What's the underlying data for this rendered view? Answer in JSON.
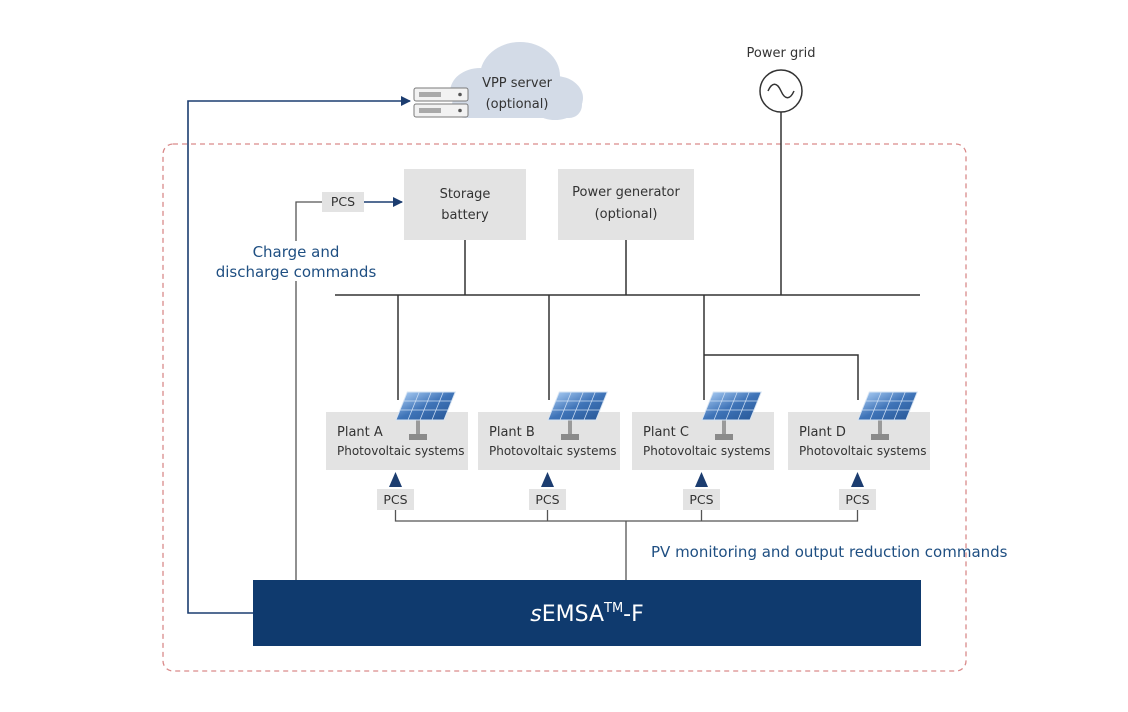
{
  "diagram": {
    "vpp_server": {
      "line1": "VPP server",
      "line2": "(optional)"
    },
    "power_grid": {
      "label": "Power grid"
    },
    "storage_battery": {
      "line1": "Storage",
      "line2": "battery"
    },
    "power_generator": {
      "line1": "Power generator",
      "line2": "(optional)"
    },
    "pcs_label": "PCS",
    "charge_commands": {
      "line1": "Charge and",
      "line2": "discharge commands"
    },
    "plants": [
      {
        "name": "Plant A",
        "type": "Photovoltaic systems"
      },
      {
        "name": "Plant B",
        "type": "Photovoltaic systems"
      },
      {
        "name": "Plant C",
        "type": "Photovoltaic systems"
      },
      {
        "name": "Plant D",
        "type": "Photovoltaic systems"
      }
    ],
    "pv_commands": "PV monitoring and output reduction commands",
    "semsa": {
      "prefix": "s",
      "main": "EMSA",
      "tm": "TM",
      "suffix": "-F"
    }
  },
  "colors": {
    "navy": "#0f3a6e",
    "accent_blue": "#1f4f82",
    "box_gray": "#e3e3e3",
    "cloud": "#d3dbe7",
    "dashed_border": "#d98a8a"
  },
  "icons": [
    "cloud-icon",
    "server-icon",
    "ac-source-icon",
    "solar-panel-icon",
    "arrow-icon"
  ]
}
